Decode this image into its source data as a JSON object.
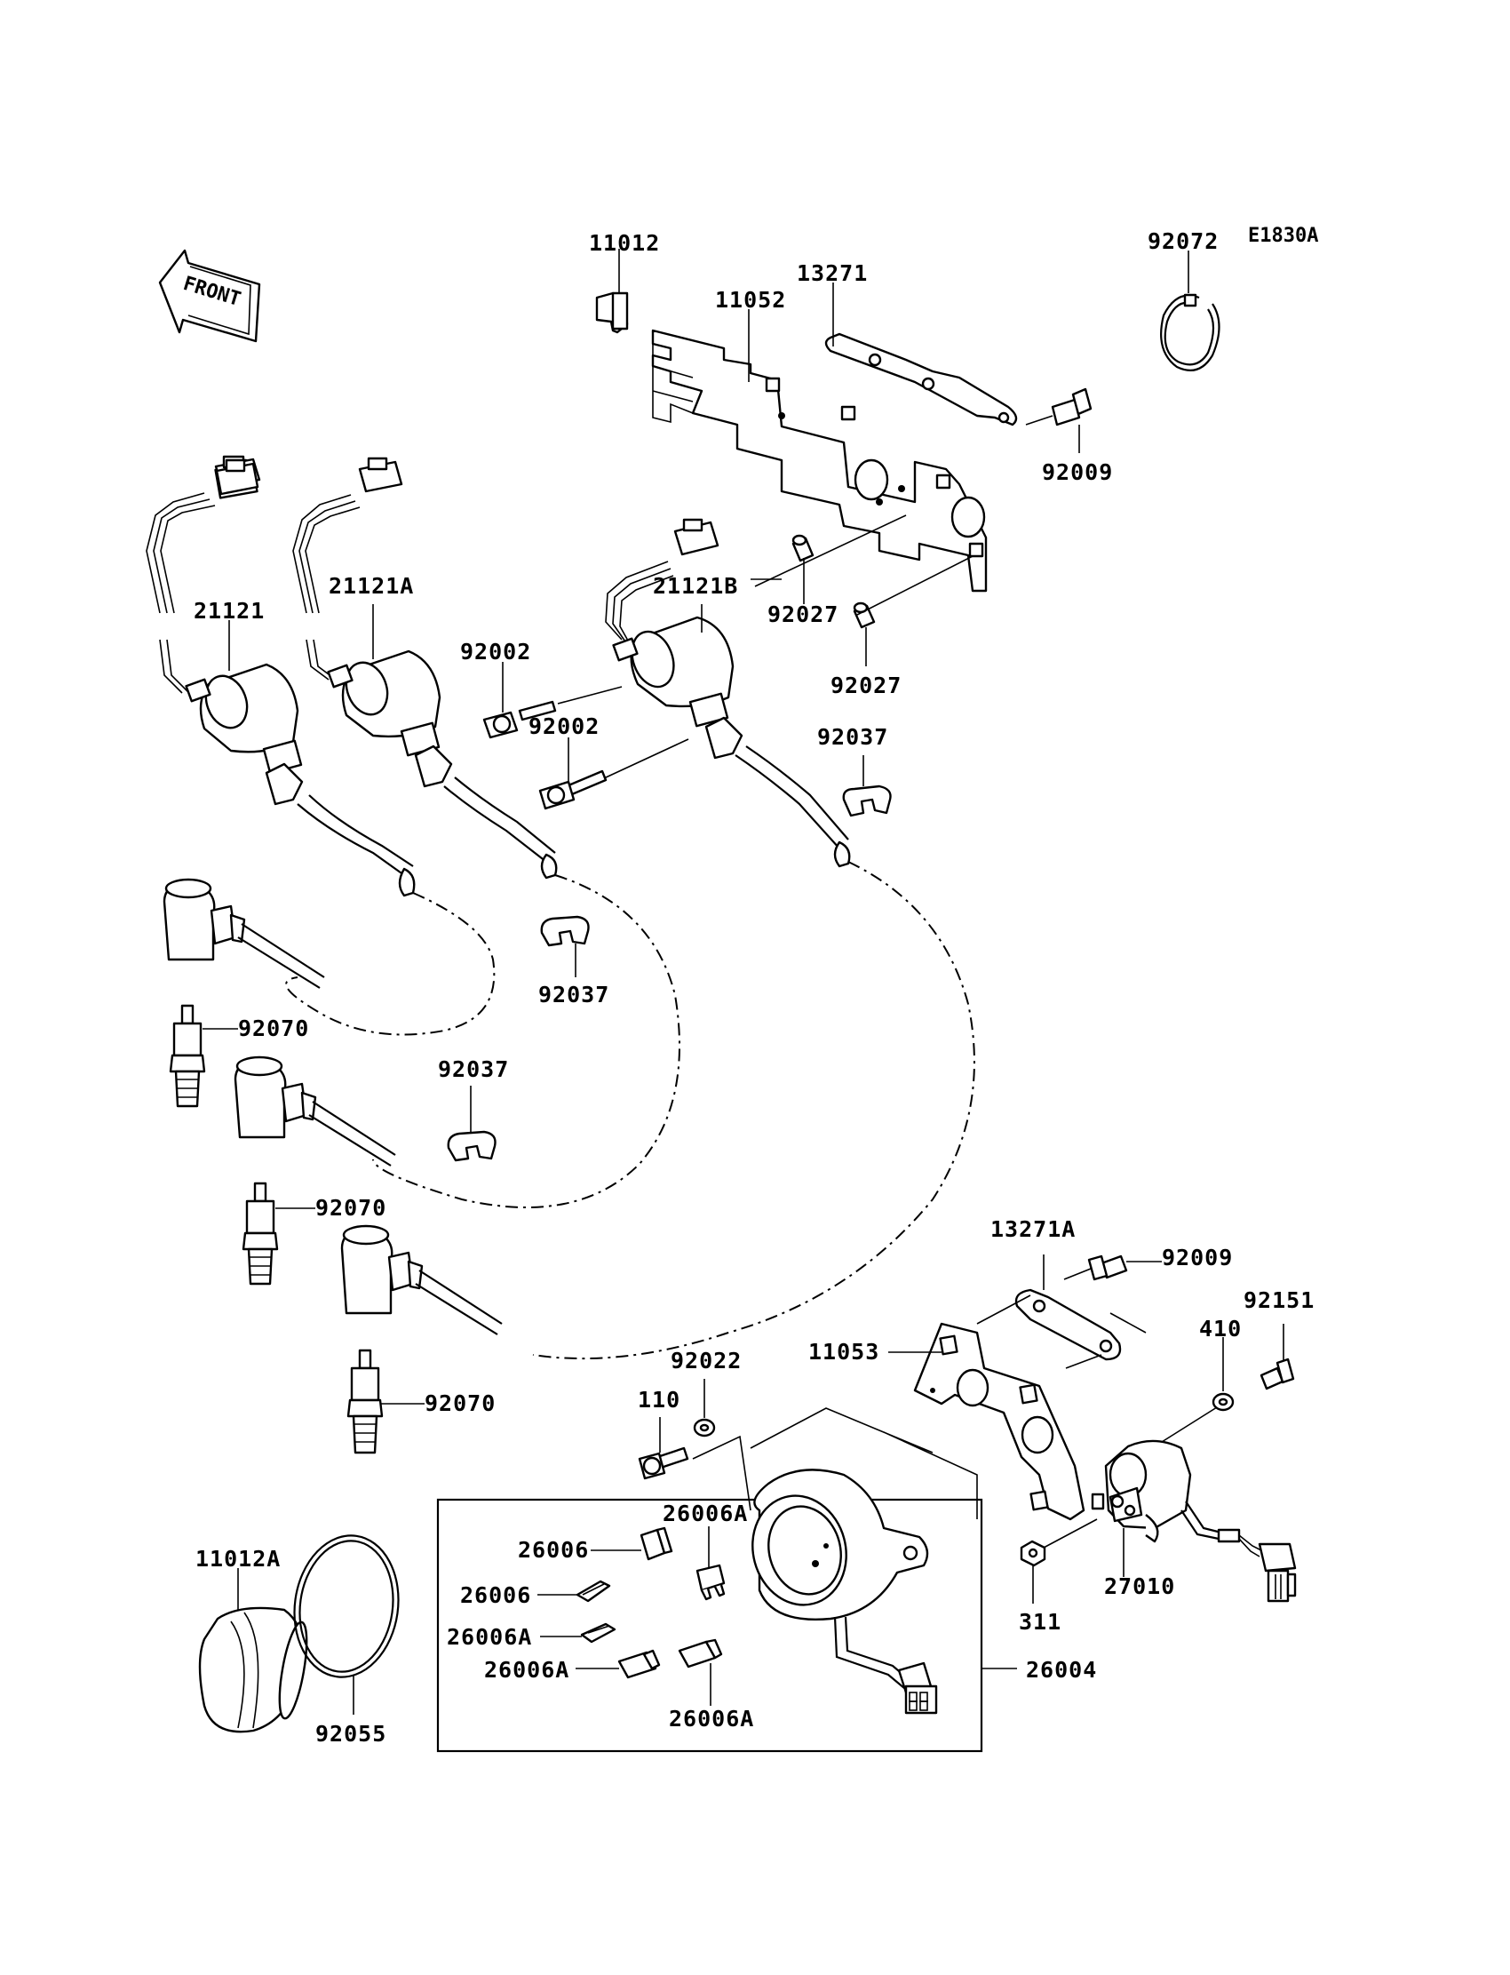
{
  "diagram": {
    "reference_code": "E1830A",
    "direction_marker": "FRONT",
    "callouts": {
      "c11012": "11012",
      "c11052": "11052",
      "c13271": "13271",
      "c92072": "92072",
      "c92009_top": "92009",
      "c21121": "21121",
      "c21121A": "21121A",
      "c21121B": "21121B",
      "c92002_a": "92002",
      "c92002_b": "92002",
      "c92027_a": "92027",
      "c92027_b": "92027",
      "c92037_a": "92037",
      "c92037_b": "92037",
      "c92037_c": "92037",
      "c92070_a": "92070",
      "c92070_b": "92070",
      "c92070_c": "92070",
      "c13271A": "13271A",
      "c92009_bottom": "92009",
      "c92151": "92151",
      "c410": "410",
      "c11053": "11053",
      "c92022": "92022",
      "c110": "110",
      "c26006_a": "26006",
      "c26006A_a": "26006A",
      "c26006_b": "26006",
      "c26006A_b": "26006A",
      "c26006A_c": "26006A",
      "c26006A_d": "26006A",
      "c26004": "26004",
      "c27010": "27010",
      "c311": "311",
      "c11012A": "11012A",
      "c92055": "92055"
    }
  }
}
